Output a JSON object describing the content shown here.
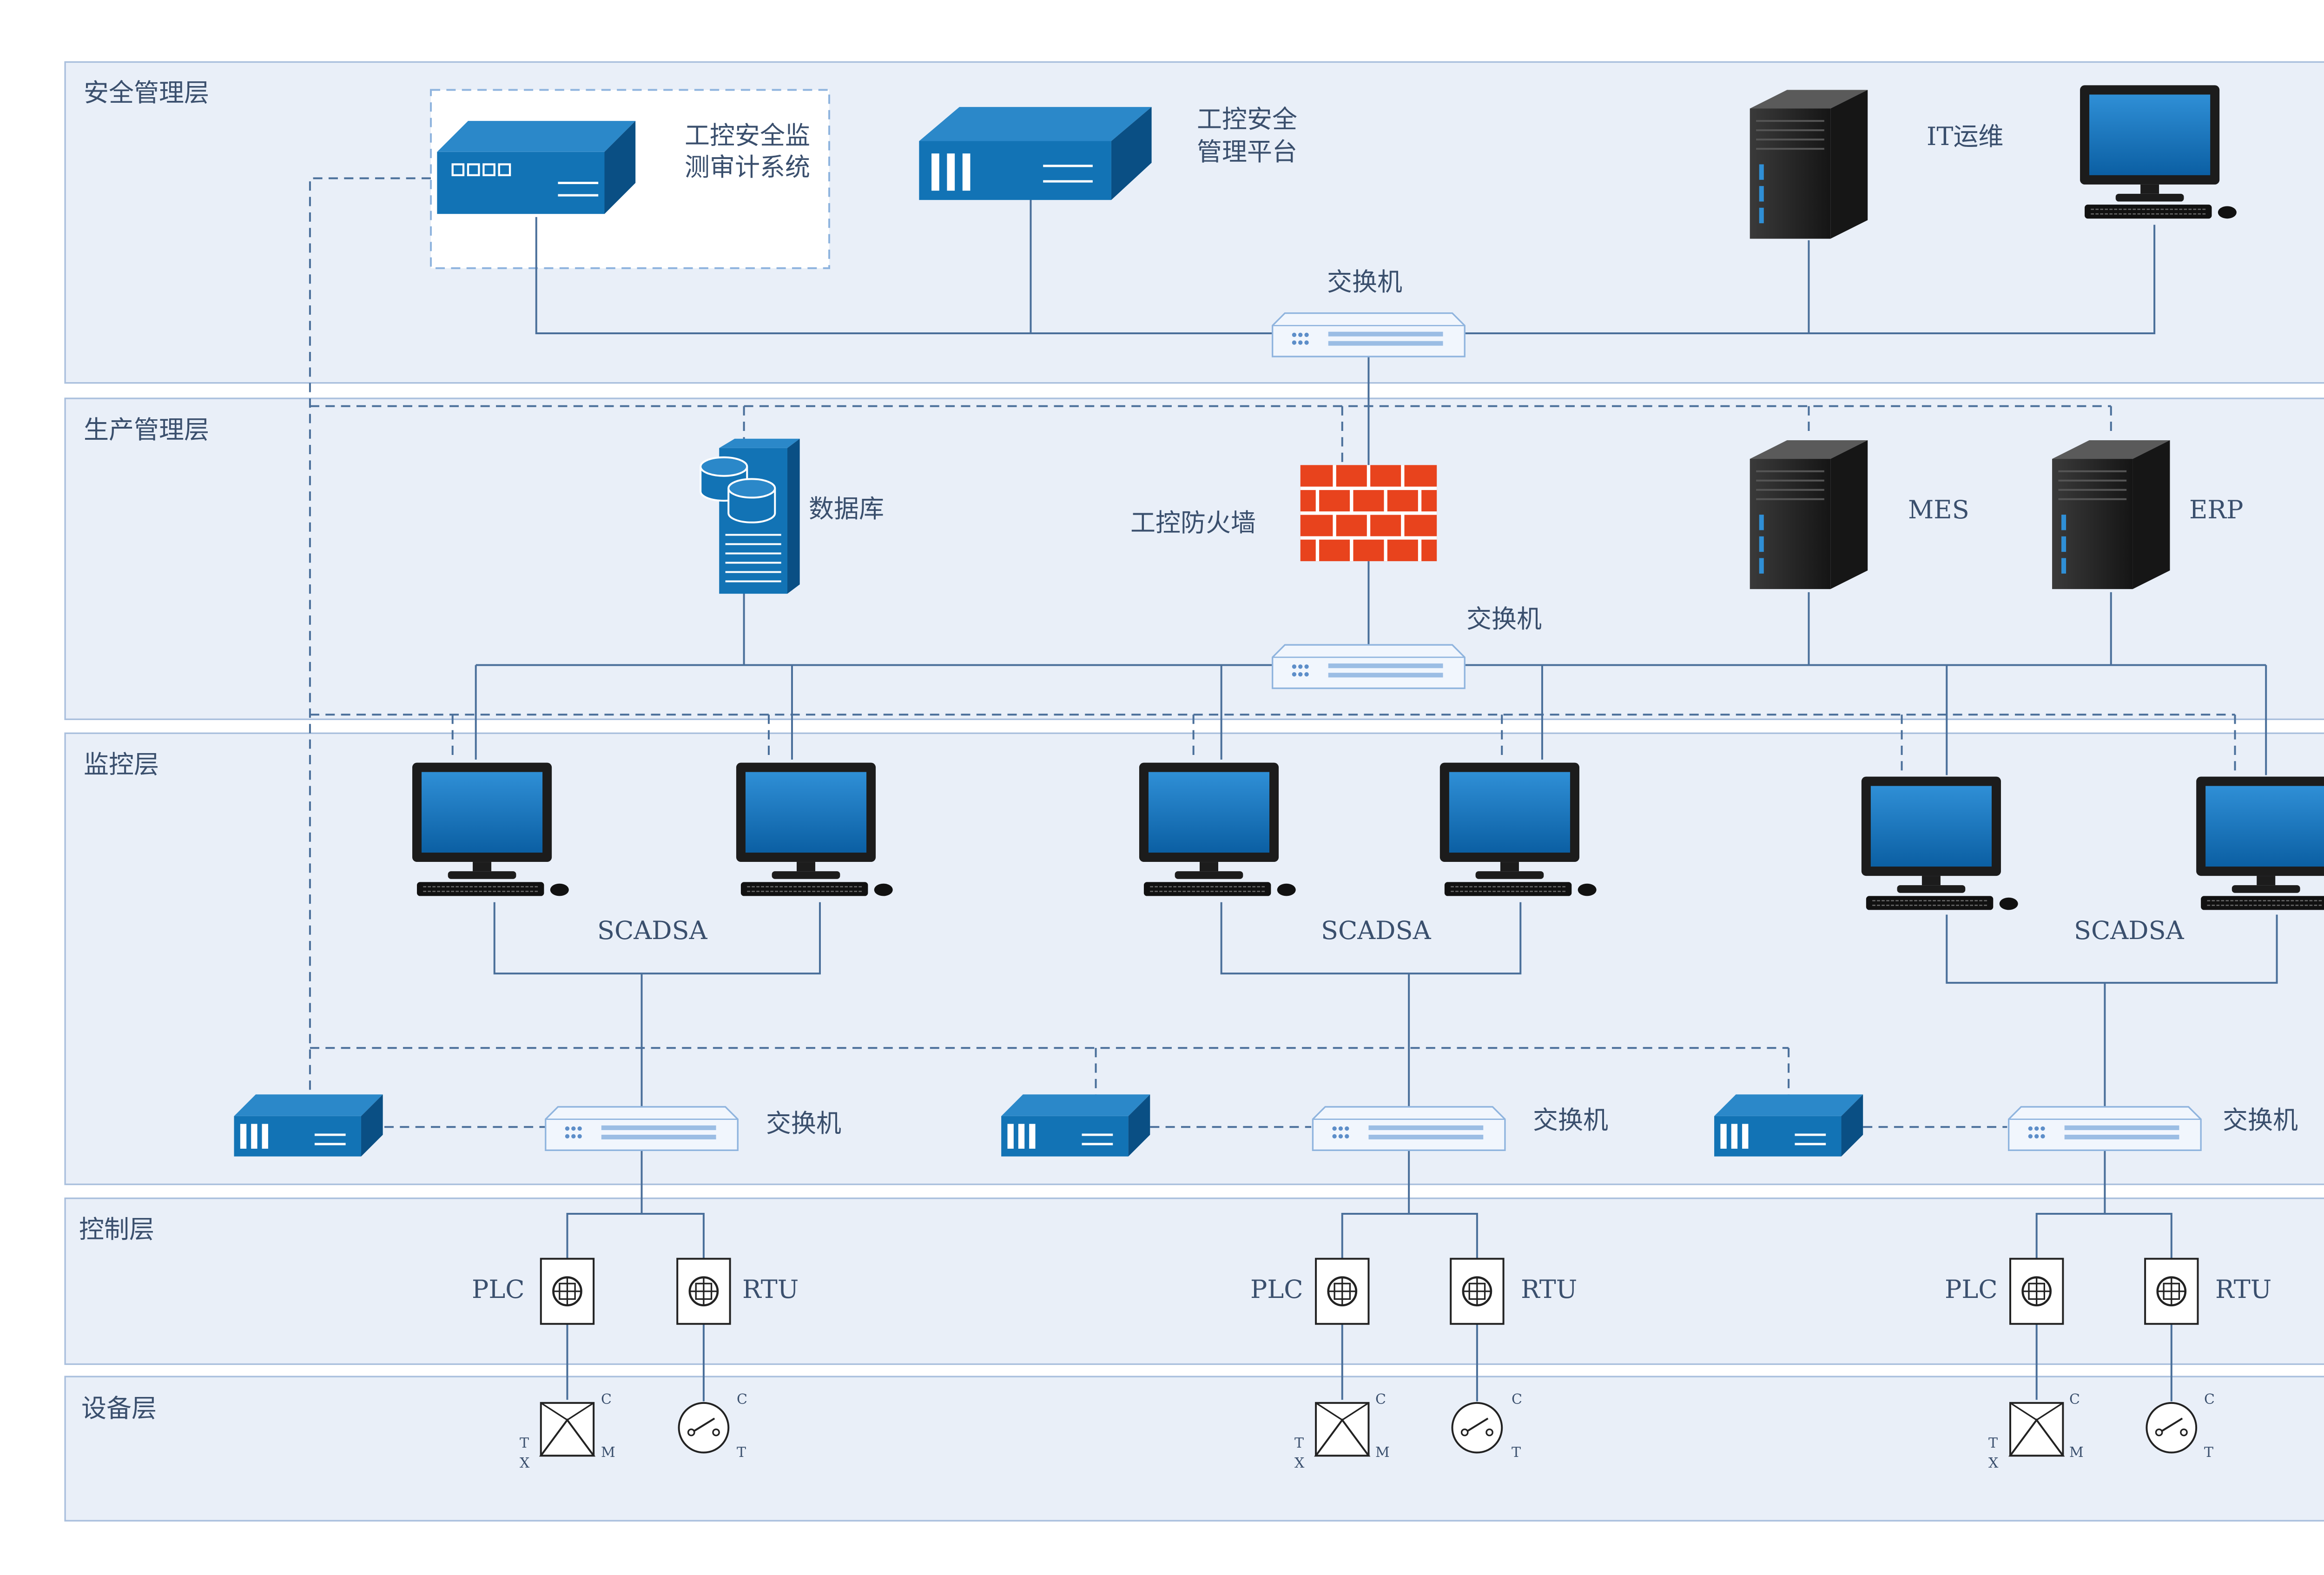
{
  "layers": {
    "security": "安全管理层",
    "production": "生产管理层",
    "monitoring": "监控层",
    "control": "控制层",
    "device": "设备层"
  },
  "security": {
    "audit_system_l1": "工控安全监",
    "audit_system_l2": "测审计系统",
    "mgmt_platform_l1": "工控安全",
    "mgmt_platform_l2": "管理平台",
    "it_ops": "IT运维",
    "switch": "交换机"
  },
  "production": {
    "database": "数据库",
    "firewall": "工控防火墙",
    "mes": "MES",
    "erp": "ERP",
    "switch": "交换机"
  },
  "monitoring": {
    "groups": [
      {
        "scada": "SCADSA",
        "switch": "交换机"
      },
      {
        "scada": "SCADSA",
        "switch": "交换机"
      },
      {
        "scada": "SCADSA",
        "switch": "交换机"
      }
    ]
  },
  "control": {
    "units": [
      {
        "plc": "PLC",
        "rtu": "RTU"
      },
      {
        "plc": "PLC",
        "rtu": "RTU"
      },
      {
        "plc": "PLC",
        "rtu": "RTU"
      }
    ]
  },
  "device": {
    "units": [
      {
        "c1": "C",
        "t1": "T",
        "x": "X",
        "m": "M",
        "c2": "C",
        "t2": "T"
      },
      {
        "c1": "C",
        "t1": "T",
        "x": "X",
        "m": "M",
        "c2": "C",
        "t2": "T"
      },
      {
        "c1": "C",
        "t1": "T",
        "x": "X",
        "m": "M",
        "c2": "C",
        "t2": "T"
      }
    ]
  },
  "colors": {
    "band_fill": "#e9eff8",
    "band_border": "#a9bfdd",
    "line": "#4a6f9a",
    "device_blue": "#1273b5",
    "server_dark": "#262626",
    "firewall_red": "#e8431d"
  }
}
